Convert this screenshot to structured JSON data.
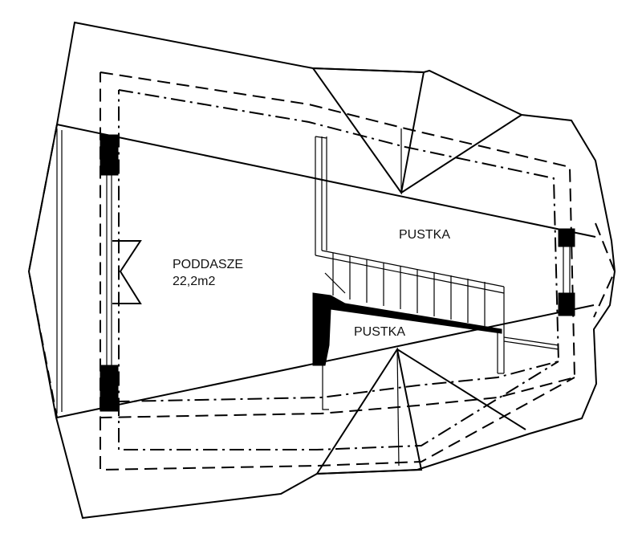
{
  "rooms": {
    "attic": {
      "name": "PODDASZE",
      "area": "22,2m2"
    },
    "void_upper": {
      "name": "PUSTKA"
    },
    "void_lower": {
      "name": "PUSTKA"
    }
  }
}
